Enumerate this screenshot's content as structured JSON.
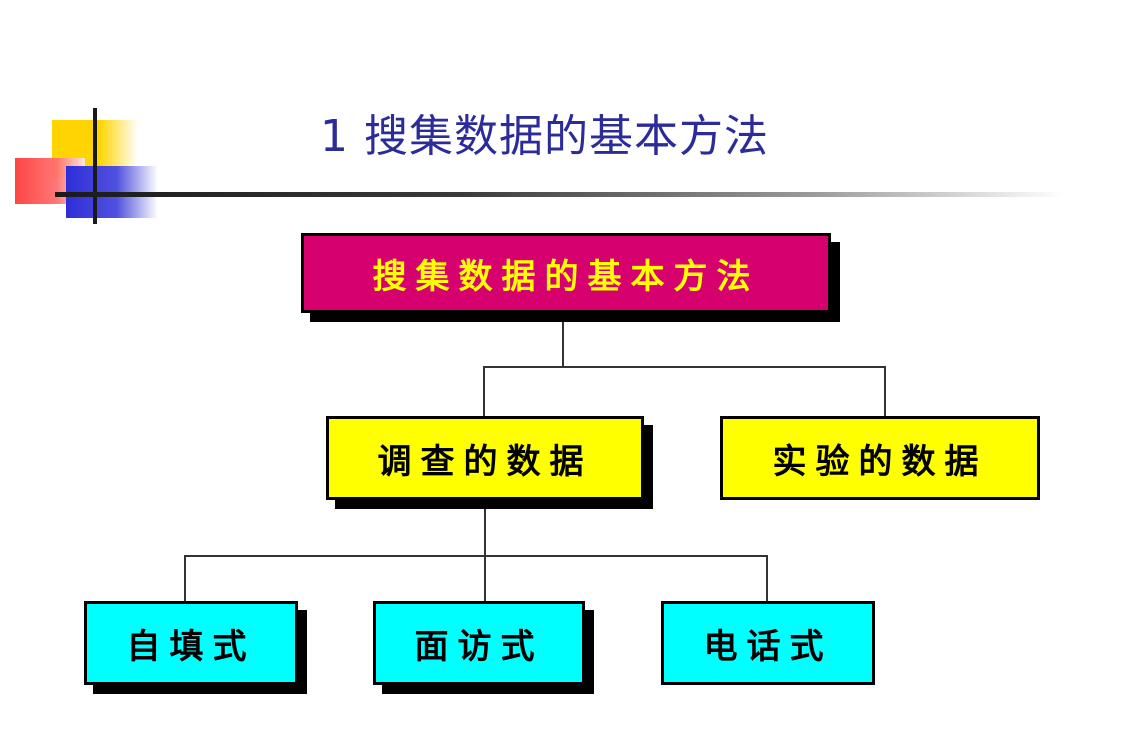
{
  "title": "1  搜集数据的基本方法",
  "root": {
    "label": "搜集数据的基本方法"
  },
  "level1": [
    {
      "label": "调查的数据"
    },
    {
      "label": "实验的数据"
    }
  ],
  "level2": [
    {
      "label": "自填式"
    },
    {
      "label": "面访式"
    },
    {
      "label": "电话式"
    }
  ],
  "colors": {
    "root_fill": "#d6006e",
    "root_text": "#ffff00",
    "level1_fill": "#ffff00",
    "level2_fill": "#00ffff",
    "title_text": "#2b2b9a"
  }
}
